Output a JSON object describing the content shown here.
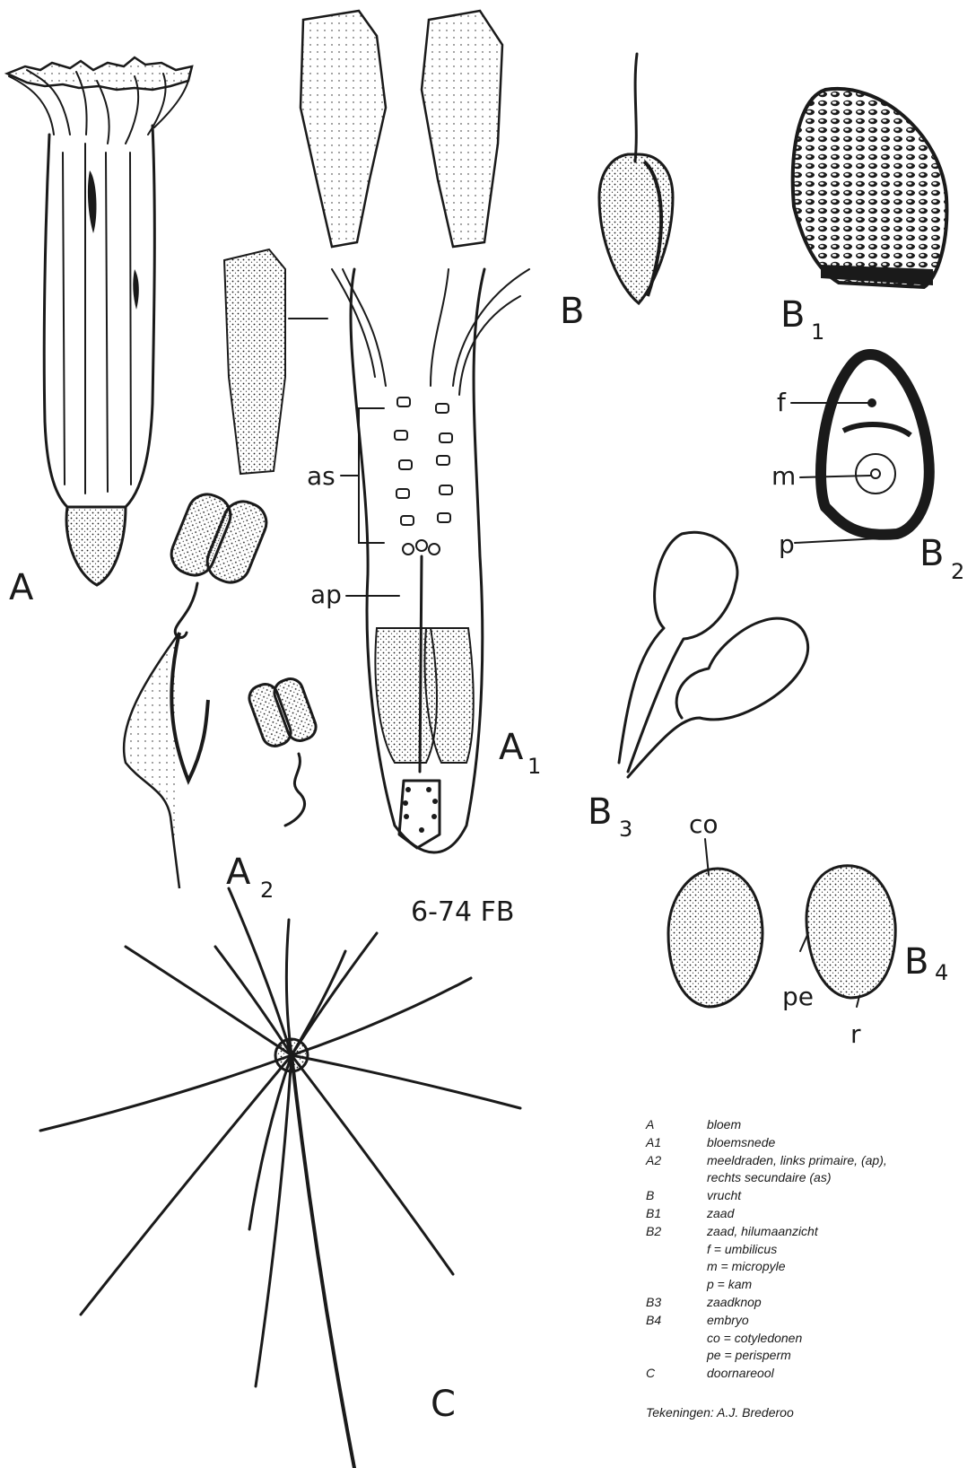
{
  "figure": {
    "panel_labels": {
      "A": "A",
      "A1": "A",
      "A1_sub": "1",
      "A2": "A",
      "A2_sub": "2",
      "B": "B",
      "B1": "B",
      "B1_sub": "1",
      "B2": "B",
      "B2_sub": "2",
      "B3": "B",
      "B3_sub": "3",
      "B4": "B",
      "B4_sub": "4",
      "C": "C"
    },
    "callouts": {
      "as": "as",
      "ap": "ap",
      "f": "f",
      "m": "m",
      "p": "p",
      "co": "co",
      "pe": "pe",
      "r": "r"
    },
    "signature": "6-74 FB"
  },
  "legend": {
    "rows": [
      {
        "code": "A",
        "text": "bloem"
      },
      {
        "code": "A1",
        "text": "bloemsnede"
      },
      {
        "code": "A2",
        "text": "meeldraden, links primaire, (ap),"
      },
      {
        "code": "",
        "text": "rechts secundaire (as)"
      },
      {
        "code": "B",
        "text": "vrucht"
      },
      {
        "code": "B1",
        "text": "zaad"
      },
      {
        "code": "B2",
        "text": "zaad, hilumaanzicht"
      },
      {
        "code": "",
        "text": "f  =  umbilicus"
      },
      {
        "code": "",
        "text": "m  =  micropyle"
      },
      {
        "code": "",
        "text": "p  =  kam"
      },
      {
        "code": "B3",
        "text": "zaadknop"
      },
      {
        "code": "B4",
        "text": "embryo"
      },
      {
        "code": "",
        "text": "co  =  cotyledonen"
      },
      {
        "code": "",
        "text": "pe  =  perisperm"
      },
      {
        "code": "C",
        "text": "doornareool"
      }
    ],
    "credit": "Tekeningen: A.J. Brederoo"
  },
  "colors": {
    "ink": "#1a1a1a",
    "paper": "#ffffff"
  }
}
